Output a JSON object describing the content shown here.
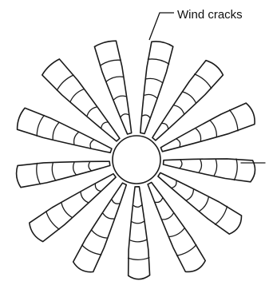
{
  "annotation": {
    "label": "Wind cracks"
  },
  "diagram": {
    "petal_count": 13,
    "rings_per_petal": 4,
    "stroke_color": "#1a1a1a",
    "background_color": "#ffffff"
  }
}
